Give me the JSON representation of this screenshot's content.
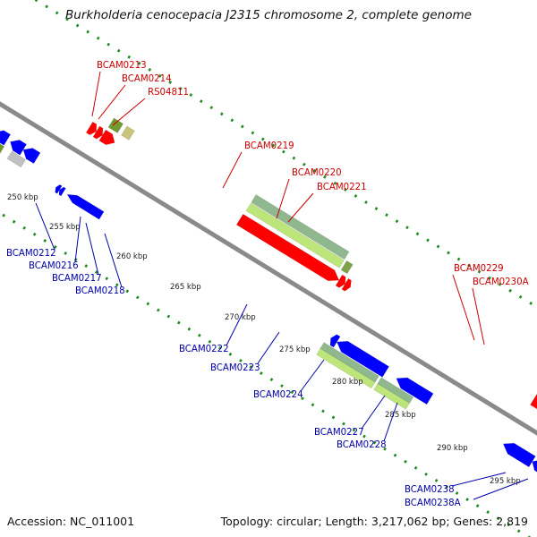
{
  "title": "Burkholderia cenocepacia J2315 chromosome 2, complete genome",
  "footer": {
    "accession": "Accession: NC_011001",
    "stats": "Topology: circular; Length: 3,217,062 bp; Genes: 2,819"
  },
  "colors": {
    "forward_cds": "#ff0000",
    "reverse_cds": "#0000ff",
    "forward_label": "#cc0000",
    "reverse_label": "#0000aa",
    "backbone": "#8a8a8a",
    "tick_dots": "#1e8b1e"
  },
  "position_ticks": [
    {
      "label": "250 kbp"
    },
    {
      "label": "255 kbp"
    },
    {
      "label": "260 kbp"
    },
    {
      "label": "265 kbp"
    },
    {
      "label": "270 kbp"
    },
    {
      "label": "275 kbp"
    },
    {
      "label": "280 kbp"
    },
    {
      "label": "285 kbp"
    },
    {
      "label": "290 kbp"
    },
    {
      "label": "295 kbp"
    }
  ],
  "forward_gene_labels": [
    {
      "label": "BCAM0213"
    },
    {
      "label": "BCAM0214"
    },
    {
      "label": "RS04811"
    },
    {
      "label": "BCAM0219"
    },
    {
      "label": "BCAM0220"
    },
    {
      "label": "BCAM0221"
    },
    {
      "label": "BCAM0229"
    },
    {
      "label": "BCAM0230A"
    }
  ],
  "reverse_gene_labels": [
    {
      "label": "BCAM0212"
    },
    {
      "label": "BCAM0216"
    },
    {
      "label": "BCAM0217"
    },
    {
      "label": "BCAM0218"
    },
    {
      "label": "BCAM0222"
    },
    {
      "label": "BCAM0223"
    },
    {
      "label": "BCAM0224"
    },
    {
      "label": "BCAM0227"
    },
    {
      "label": "BCAM0228"
    },
    {
      "label": "BCAM0238"
    },
    {
      "label": "BCAM0238A"
    }
  ]
}
